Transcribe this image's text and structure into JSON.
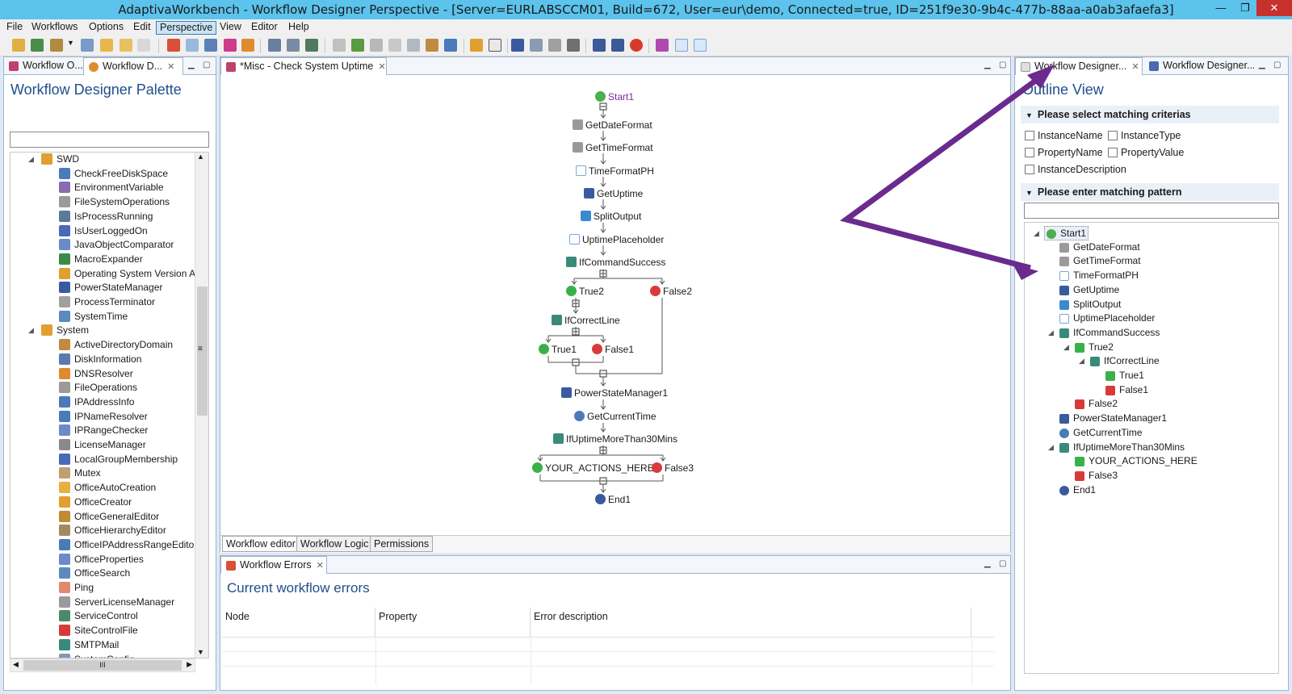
{
  "window": {
    "title": "AdaptivaWorkbench - Workflow Designer Perspective - [Server=EURLABSCCM01, Build=672, User=eur\\demo, Connected=true, ID=251f9e30-9b4c-477b-88aa-a0ab3afaefa3]",
    "min": "—",
    "max": "❐",
    "close": "✕"
  },
  "menu": [
    "File",
    "Workflows",
    "Options",
    "Edit",
    "Perspective",
    "View",
    "Editor",
    "Help"
  ],
  "palette": {
    "tabs": [
      "Workflow O...",
      "Workflow D..."
    ],
    "heading": "Workflow Designer Palette",
    "search_value": "",
    "groups": [
      {
        "label": "SWD",
        "items": [
          "CheckFreeDiskSpace",
          "EnvironmentVariable",
          "FileSystemOperations",
          "IsProcessRunning",
          "IsUserLoggedOn",
          "JavaObjectComparator",
          "MacroExpander",
          "Operating System Version Ac",
          "PowerStateManager",
          "ProcessTerminator",
          "SystemTime"
        ]
      },
      {
        "label": "System",
        "items": [
          "ActiveDirectoryDomain",
          "DiskInformation",
          "DNSResolver",
          "FileOperations",
          "IPAddressInfo",
          "IPNameResolver",
          "IPRangeChecker",
          "LicenseManager",
          "LocalGroupMembership",
          "Mutex",
          "OfficeAutoCreation",
          "OfficeCreator",
          "OfficeGeneralEditor",
          "OfficeHierarchyEditor",
          "OfficeIPAddressRangeEditor",
          "OfficeProperties",
          "OfficeSearch",
          "Ping",
          "ServerLicenseManager",
          "ServiceControl",
          "SiteControlFile",
          "SMTPMail",
          "SystemConfig"
        ]
      }
    ],
    "hscroll_thumb": "III",
    "vscroll_grip": "≡"
  },
  "editor": {
    "tab": "*Misc - Check System Uptime",
    "nodes": {
      "start": "Start1",
      "getdate": "GetDateFormat",
      "gettime": "GetTimeFormat",
      "timeph": "TimeFormatPH",
      "getuptime": "GetUptime",
      "split": "SplitOutput",
      "uptimeph": "UptimePlaceholder",
      "ifcmd": "IfCommandSuccess",
      "true2": "True2",
      "false2": "False2",
      "ifcorrect": "IfCorrectLine",
      "true1": "True1",
      "false1": "False1",
      "psm": "PowerStateManager1",
      "getcur": "GetCurrentTime",
      "ifup": "IfUptimeMoreThan30Mins",
      "actions": "YOUR_ACTIONS_HERE",
      "false3": "False3",
      "end": "End1"
    },
    "bottom_tabs": [
      "Workflow editor",
      "Workflow Logic",
      "Permissions"
    ]
  },
  "errors": {
    "tab": "Workflow Errors",
    "heading": "Current workflow errors",
    "columns": [
      "Node",
      "Property",
      "Error description"
    ]
  },
  "outline": {
    "tabs": [
      "Workflow Designer...",
      "Workflow Designer..."
    ],
    "heading": "Outline View",
    "criteria_header": "Please select matching criterias",
    "criteria": [
      "InstanceName",
      "InstanceType",
      "PropertyName",
      "PropertyValue",
      "InstanceDescription"
    ],
    "pattern_header": "Please enter matching pattern",
    "pattern_value": "",
    "tree": [
      "Start1",
      "GetDateFormat",
      "GetTimeFormat",
      "TimeFormatPH",
      "GetUptime",
      "SplitOutput",
      "UptimePlaceholder",
      "IfCommandSuccess",
      "True2",
      "IfCorrectLine",
      "True1",
      "False1",
      "False2",
      "PowerStateManager1",
      "GetCurrentTime",
      "IfUptimeMoreThan30Mins",
      "YOUR_ACTIONS_HERE",
      "False3",
      "End1"
    ]
  },
  "colors": {
    "arrow": "#6a2a8e",
    "heading": "#1f4e8c",
    "titlebar": "#5cc3ec"
  }
}
